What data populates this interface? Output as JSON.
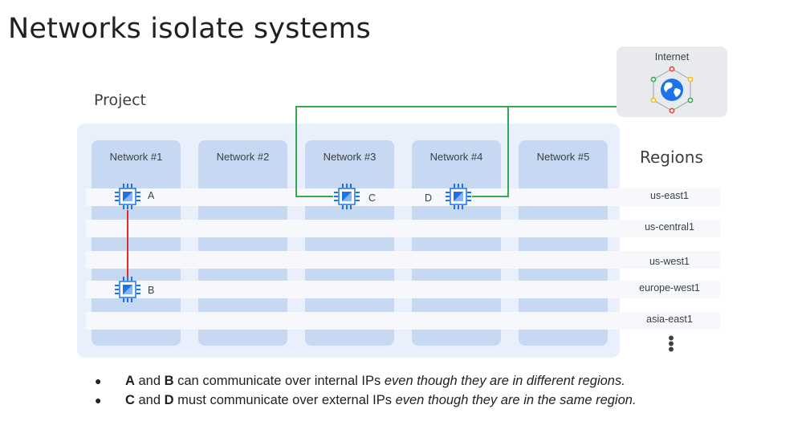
{
  "title": "Networks isolate systems",
  "project_label": "Project",
  "networks": [
    "Network #1",
    "Network #2",
    "Network #3",
    "Network #4",
    "Network #5"
  ],
  "regions_header": "Regions",
  "regions": [
    "us-east1",
    "us-central1",
    "us-west1",
    "europe-west1",
    "asia-east1"
  ],
  "more_regions": "⋮",
  "internet_label": "Internet",
  "instances": [
    {
      "label": "A",
      "network": "Network #1",
      "region": "us-east1"
    },
    {
      "label": "B",
      "network": "Network #1",
      "region": "europe-west1"
    },
    {
      "label": "C",
      "network": "Network #3",
      "region": "us-east1"
    },
    {
      "label": "D",
      "network": "Network #4",
      "region": "us-east1"
    }
  ],
  "connections": [
    {
      "from": "A",
      "to": "B",
      "type": "internal",
      "color": "#d93025"
    },
    {
      "from": "C",
      "to": "Internet",
      "type": "external",
      "color": "#34a853"
    },
    {
      "from": "D",
      "to": "Internet",
      "type": "external",
      "color": "#34a853"
    }
  ],
  "bullets": [
    {
      "bold_1": "A",
      "text_1": " and ",
      "bold_2": "B",
      "text_2": " can communicate over internal IPs ",
      "italic": "even though they are in different regions."
    },
    {
      "bold_1": "C",
      "text_1": " and ",
      "bold_2": "D",
      "text_2": " must communicate over external IPs ",
      "italic": "even though they are in the same region."
    }
  ],
  "colors": {
    "project_bg": "#e9f0fb",
    "network_col": "#c7d8f2",
    "chip_blue": "#1a73e8",
    "internal_link": "#d93025",
    "external_link": "#34a853"
  }
}
